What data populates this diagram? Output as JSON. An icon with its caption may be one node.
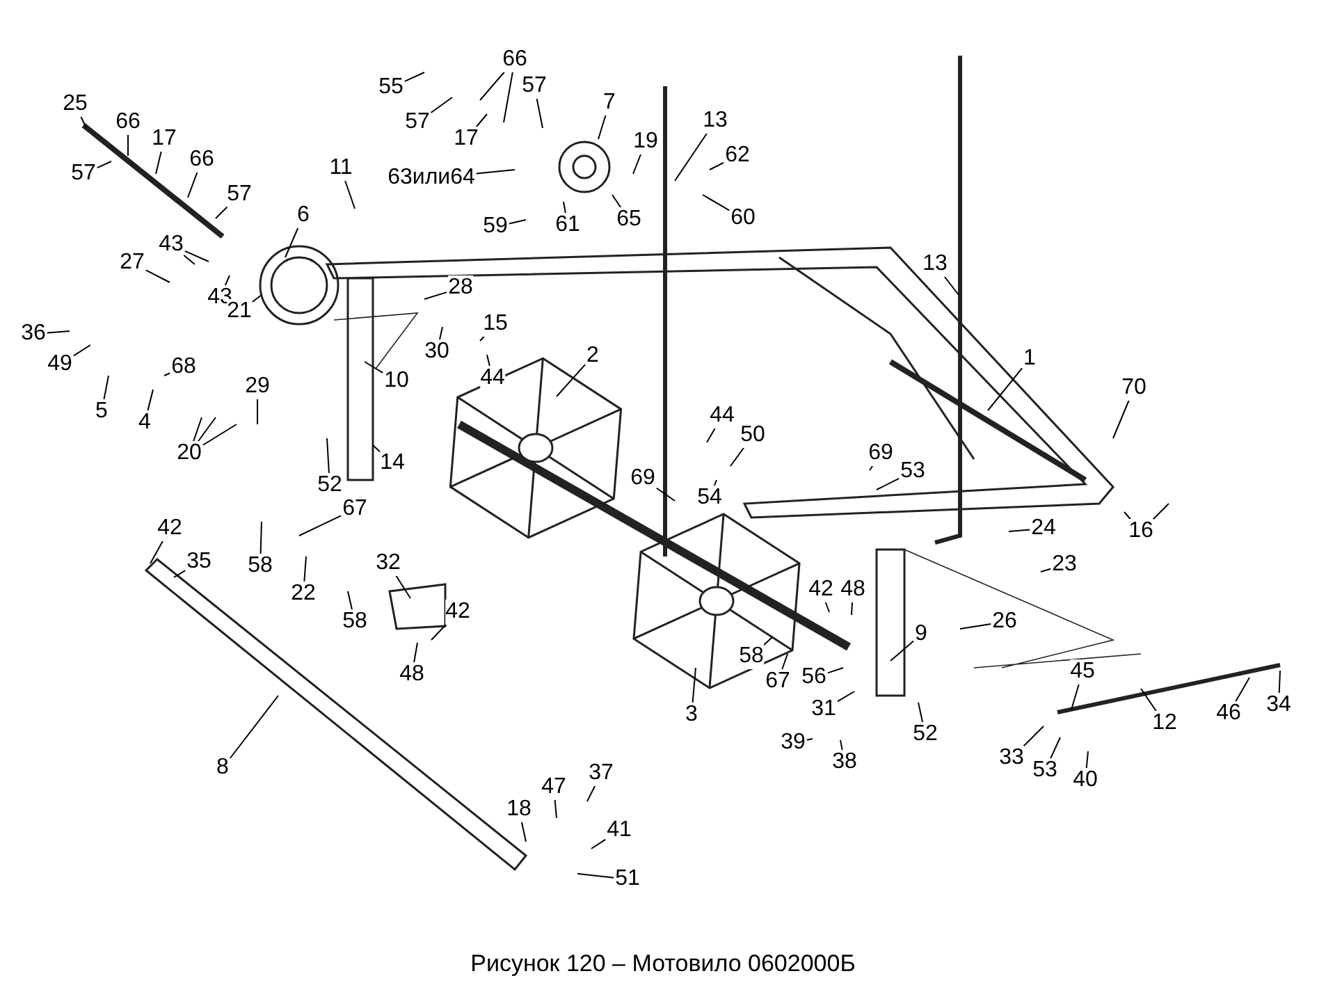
{
  "diagram": {
    "caption": "Рисунок 120 – Мотовило 0602000Б",
    "nodes": [
      {
        "text": [
          "25"
        ]
      },
      {
        "text": [
          "66"
        ]
      },
      {
        "text": [
          "17"
        ]
      },
      {
        "text": [
          "66"
        ]
      },
      {
        "text": [
          "57"
        ]
      },
      {
        "text": [
          "57"
        ]
      },
      {
        "text": [
          "6"
        ]
      },
      {
        "text": [
          "11"
        ]
      },
      {
        "text": [
          "55"
        ]
      },
      {
        "text": [
          "57"
        ]
      },
      {
        "text": [
          "66"
        ]
      },
      {
        "text": [
          "57"
        ]
      },
      {
        "text": [
          "17"
        ]
      },
      {
        "text": [
          "7"
        ]
      },
      {
        "text": [
          "63или64"
        ]
      },
      {
        "text": [
          "13"
        ]
      },
      {
        "text": [
          "62"
        ]
      },
      {
        "text": [
          "19"
        ]
      },
      {
        "text": [
          "60"
        ]
      },
      {
        "text": [
          "59"
        ]
      },
      {
        "text": [
          "61"
        ]
      },
      {
        "text": [
          "65"
        ]
      },
      {
        "text": [
          "27"
        ]
      },
      {
        "text": [
          "43"
        ]
      },
      {
        "text": [
          "43"
        ]
      },
      {
        "text": [
          "21"
        ]
      },
      {
        "text": [
          "28"
        ]
      },
      {
        "text": [
          "36"
        ]
      },
      {
        "text": [
          "49"
        ]
      },
      {
        "text": [
          "5"
        ]
      },
      {
        "text": [
          "4"
        ]
      },
      {
        "text": [
          "68"
        ]
      },
      {
        "text": [
          "29"
        ]
      },
      {
        "text": [
          "20"
        ]
      },
      {
        "text": [
          "10"
        ]
      },
      {
        "text": [
          "30"
        ]
      },
      {
        "text": [
          "15"
        ]
      },
      {
        "text": [
          "44"
        ]
      },
      {
        "text": [
          "2"
        ]
      },
      {
        "text": [
          "13"
        ]
      },
      {
        "text": [
          "1"
        ]
      },
      {
        "text": [
          "70"
        ]
      },
      {
        "text": [
          "16"
        ]
      },
      {
        "text": [
          "52"
        ]
      },
      {
        "text": [
          "14"
        ]
      },
      {
        "text": [
          "44"
        ]
      },
      {
        "text": [
          "50"
        ]
      },
      {
        "text": [
          "69"
        ]
      },
      {
        "text": [
          "53"
        ]
      },
      {
        "text": [
          "69"
        ]
      },
      {
        "text": [
          "54"
        ]
      },
      {
        "text": [
          "24"
        ]
      },
      {
        "text": [
          "23"
        ]
      },
      {
        "text": [
          "67"
        ]
      },
      {
        "text": [
          "58"
        ]
      },
      {
        "text": [
          "22"
        ]
      },
      {
        "text": [
          "32"
        ]
      },
      {
        "text": [
          "58"
        ]
      },
      {
        "text": [
          "42"
        ]
      },
      {
        "text": [
          "48"
        ]
      },
      {
        "text": [
          "42"
        ]
      },
      {
        "text": [
          "35"
        ]
      },
      {
        "text": [
          "42"
        ]
      },
      {
        "text": [
          "48"
        ]
      },
      {
        "text": [
          "26"
        ]
      },
      {
        "text": [
          "9"
        ]
      },
      {
        "text": [
          "58"
        ]
      },
      {
        "text": [
          "67"
        ]
      },
      {
        "text": [
          "56"
        ]
      },
      {
        "text": [
          "31"
        ]
      },
      {
        "text": [
          "39"
        ]
      },
      {
        "text": [
          "38"
        ]
      },
      {
        "text": [
          "52"
        ]
      },
      {
        "text": [
          "3"
        ]
      },
      {
        "text": [
          "8"
        ]
      },
      {
        "text": [
          "45"
        ]
      },
      {
        "text": [
          "12"
        ]
      },
      {
        "text": [
          "46"
        ]
      },
      {
        "text": [
          "34"
        ]
      },
      {
        "text": [
          "33"
        ]
      },
      {
        "text": [
          "53"
        ]
      },
      {
        "text": [
          "40"
        ]
      },
      {
        "text": [
          "18"
        ]
      },
      {
        "text": [
          "47"
        ]
      },
      {
        "text": [
          "37"
        ]
      },
      {
        "text": [
          "41"
        ]
      },
      {
        "text": [
          "51"
        ]
      }
    ],
    "edges": [
      {
        "from": 0,
        "to": null,
        "arrow": "none"
      },
      {
        "from": 1,
        "to": null,
        "arrow": "none"
      },
      {
        "from": 2,
        "to": null,
        "arrow": "none"
      },
      {
        "from": 3,
        "to": null,
        "arrow": "none"
      },
      {
        "from": 4,
        "to": null,
        "arrow": "none"
      },
      {
        "from": 5,
        "to": null,
        "arrow": "none"
      },
      {
        "from": 6,
        "to": null,
        "arrow": "none"
      },
      {
        "from": 7,
        "to": null,
        "arrow": "none"
      },
      {
        "from": 8,
        "to": null,
        "arrow": "none"
      },
      {
        "from": 9,
        "to": null,
        "arrow": "none"
      },
      {
        "from": 10,
        "to": null,
        "arrow": "none"
      },
      {
        "from": 11,
        "to": null,
        "arrow": "none"
      },
      {
        "from": 12,
        "to": null,
        "arrow": "none"
      },
      {
        "from": 13,
        "to": null,
        "arrow": "none"
      },
      {
        "from": 14,
        "to": null,
        "arrow": "none"
      },
      {
        "from": 15,
        "to": null,
        "arrow": "none"
      },
      {
        "from": 16,
        "to": null,
        "arrow": "none"
      },
      {
        "from": 17,
        "to": null,
        "arrow": "none"
      },
      {
        "from": 18,
        "to": null,
        "arrow": "none"
      },
      {
        "from": 19,
        "to": null,
        "arrow": "none"
      },
      {
        "from": 20,
        "to": null,
        "arrow": "none"
      },
      {
        "from": 21,
        "to": null,
        "arrow": "none"
      },
      {
        "from": 22,
        "to": null,
        "arrow": "none"
      },
      {
        "from": 23,
        "to": null,
        "arrow": "none"
      },
      {
        "from": 24,
        "to": null,
        "arrow": "none"
      },
      {
        "from": 25,
        "to": null,
        "arrow": "none"
      },
      {
        "from": 26,
        "to": null,
        "arrow": "none"
      },
      {
        "from": 27,
        "to": null,
        "arrow": "none"
      },
      {
        "from": 28,
        "to": null,
        "arrow": "none"
      },
      {
        "from": 29,
        "to": null,
        "arrow": "none"
      },
      {
        "from": 30,
        "to": null,
        "arrow": "none"
      },
      {
        "from": 31,
        "to": null,
        "arrow": "none"
      },
      {
        "from": 32,
        "to": null,
        "arrow": "none"
      },
      {
        "from": 33,
        "to": null,
        "arrow": "none"
      },
      {
        "from": 34,
        "to": null,
        "arrow": "none"
      },
      {
        "from": 35,
        "to": null,
        "arrow": "none"
      },
      {
        "from": 36,
        "to": null,
        "arrow": "none"
      },
      {
        "from": 37,
        "to": null,
        "arrow": "none"
      },
      {
        "from": 38,
        "to": null,
        "arrow": "none"
      },
      {
        "from": 39,
        "to": null,
        "arrow": "none"
      },
      {
        "from": 40,
        "to": null,
        "arrow": "none"
      },
      {
        "from": 41,
        "to": null,
        "arrow": "none"
      },
      {
        "from": 42,
        "to": null,
        "arrow": "none"
      },
      {
        "from": 43,
        "to": null,
        "arrow": "none"
      },
      {
        "from": 44,
        "to": null,
        "arrow": "none"
      },
      {
        "from": 45,
        "to": null,
        "arrow": "none"
      },
      {
        "from": 46,
        "to": null,
        "arrow": "none"
      },
      {
        "from": 47,
        "to": null,
        "arrow": "none"
      },
      {
        "from": 48,
        "to": null,
        "arrow": "none"
      },
      {
        "from": 49,
        "to": null,
        "arrow": "none"
      },
      {
        "from": 50,
        "to": null,
        "arrow": "none"
      },
      {
        "from": 51,
        "to": null,
        "arrow": "none"
      },
      {
        "from": 52,
        "to": null,
        "arrow": "none"
      },
      {
        "from": 53,
        "to": null,
        "arrow": "none"
      },
      {
        "from": 54,
        "to": null,
        "arrow": "none"
      },
      {
        "from": 55,
        "to": null,
        "arrow": "none"
      },
      {
        "from": 56,
        "to": null,
        "arrow": "none"
      },
      {
        "from": 57,
        "to": null,
        "arrow": "none"
      },
      {
        "from": 58,
        "to": null,
        "arrow": "none"
      },
      {
        "from": 59,
        "to": null,
        "arrow": "none"
      },
      {
        "from": 60,
        "to": null,
        "arrow": "none"
      },
      {
        "from": 61,
        "to": null,
        "arrow": "none"
      },
      {
        "from": 62,
        "to": null,
        "arrow": "none"
      },
      {
        "from": 63,
        "to": null,
        "arrow": "none"
      },
      {
        "from": 64,
        "to": null,
        "arrow": "none"
      },
      {
        "from": 65,
        "to": null,
        "arrow": "none"
      },
      {
        "from": 66,
        "to": null,
        "arrow": "none"
      },
      {
        "from": 67,
        "to": null,
        "arrow": "none"
      },
      {
        "from": 68,
        "to": null,
        "arrow": "none"
      },
      {
        "from": 69,
        "to": null,
        "arrow": "none"
      },
      {
        "from": 70,
        "to": null,
        "arrow": "none"
      },
      {
        "from": 71,
        "to": null,
        "arrow": "none"
      },
      {
        "from": 72,
        "to": null,
        "arrow": "none"
      },
      {
        "from": 73,
        "to": null,
        "arrow": "none"
      },
      {
        "from": 74,
        "to": null,
        "arrow": "none"
      },
      {
        "from": 75,
        "to": null,
        "arrow": "none"
      },
      {
        "from": 76,
        "to": null,
        "arrow": "none"
      },
      {
        "from": 77,
        "to": null,
        "arrow": "none"
      },
      {
        "from": 78,
        "to": null,
        "arrow": "none"
      },
      {
        "from": 79,
        "to": null,
        "arrow": "none"
      },
      {
        "from": 80,
        "to": null,
        "arrow": "none"
      },
      {
        "from": 81,
        "to": null,
        "arrow": "none"
      },
      {
        "from": 82,
        "to": null,
        "arrow": "none"
      },
      {
        "from": 83,
        "to": null,
        "arrow": "none"
      },
      {
        "from": 84,
        "to": null,
        "arrow": "none"
      },
      {
        "from": 85,
        "to": null,
        "arrow": "none"
      },
      {
        "from": 86,
        "to": null,
        "arrow": "none"
      },
      {
        "from": 10,
        "to": null,
        "arrow": "none"
      },
      {
        "from": 23,
        "to": null,
        "arrow": "none"
      },
      {
        "from": 33,
        "to": null,
        "arrow": "none"
      },
      {
        "from": 33,
        "to": null,
        "arrow": "none"
      },
      {
        "from": 42,
        "to": null,
        "arrow": "none"
      }
    ]
  }
}
